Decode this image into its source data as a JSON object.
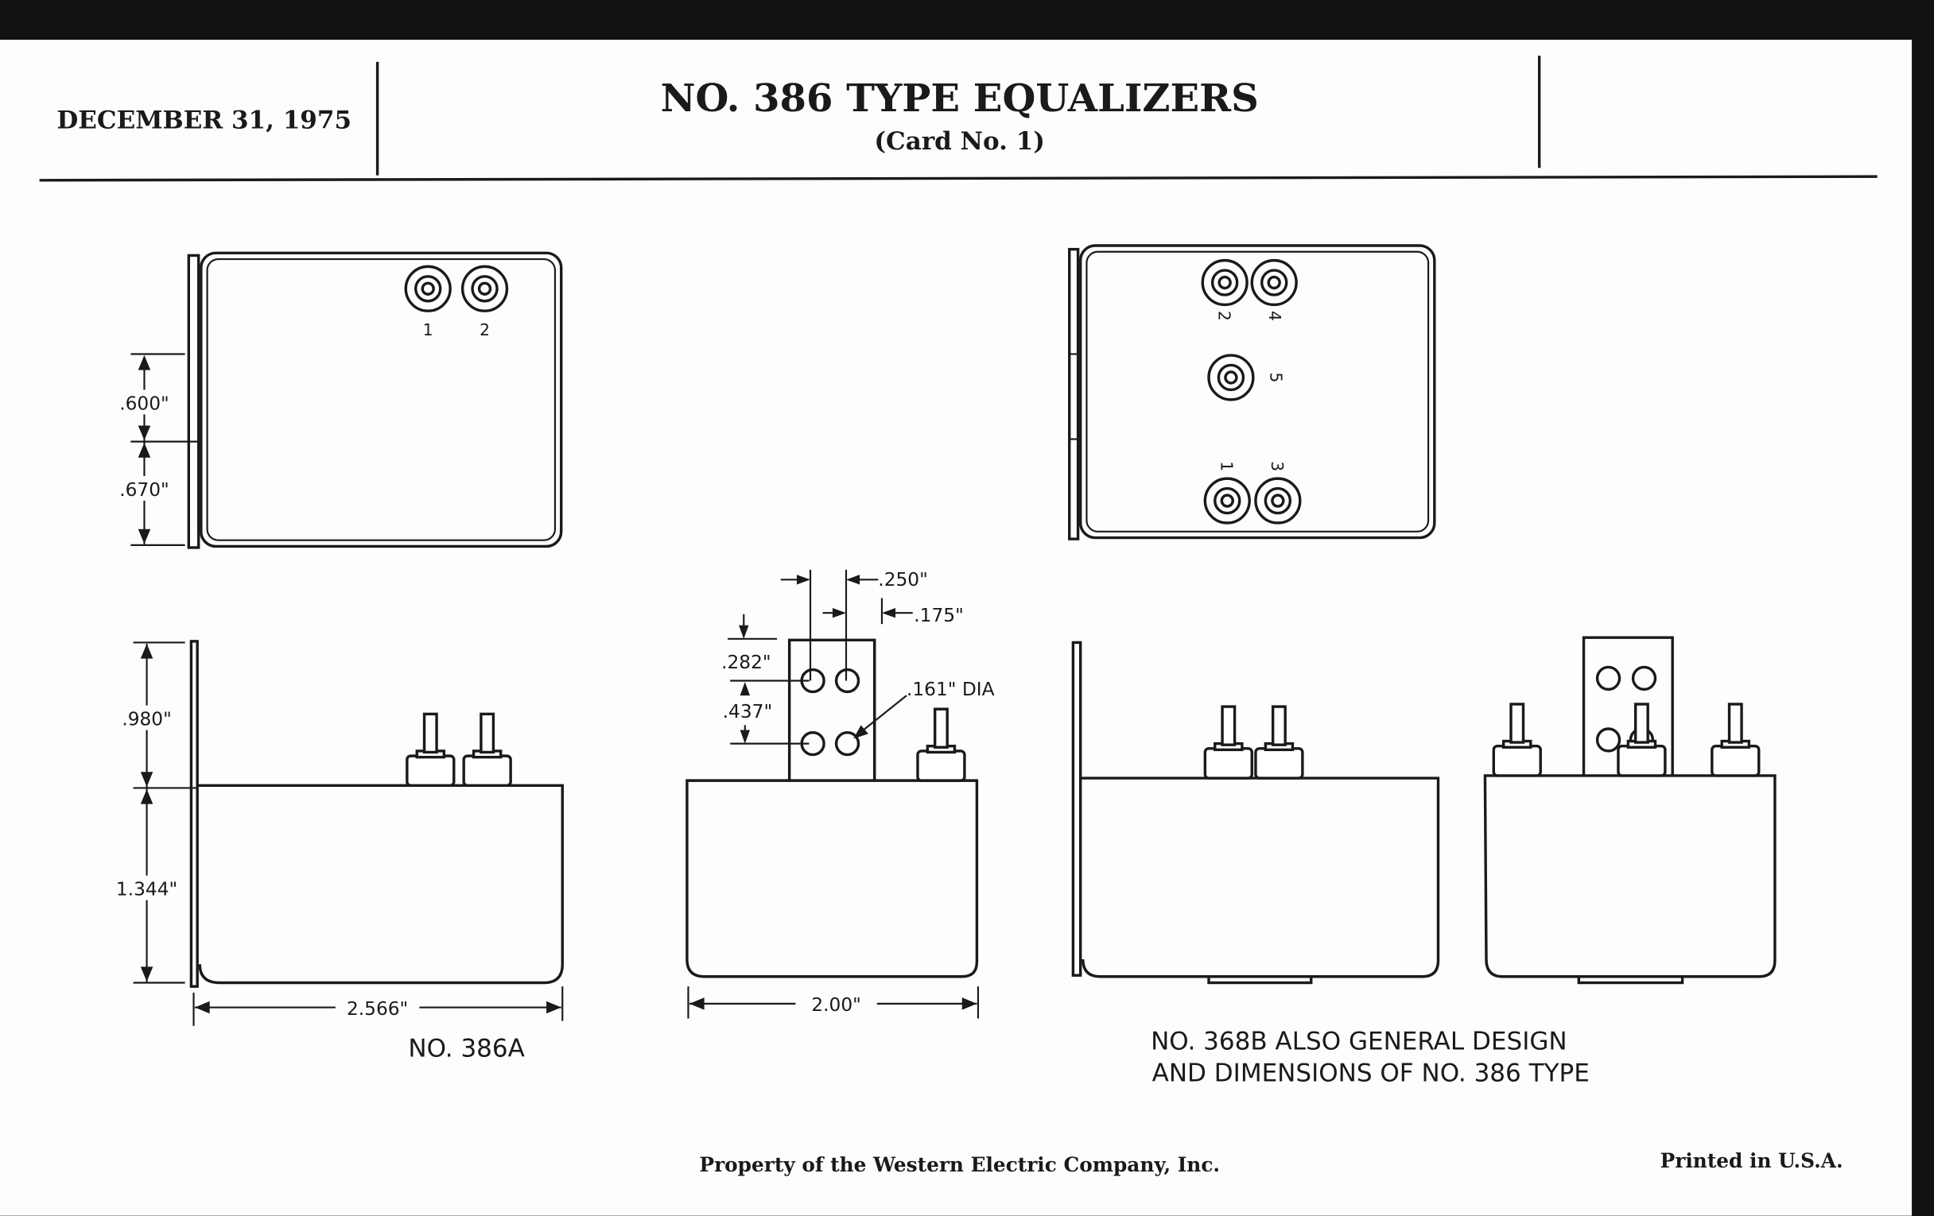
{
  "header": {
    "date": "DECEMBER 31, 1975",
    "title": "NO. 386 TYPE EQUALIZERS",
    "subtitle": "(Card No. 1)"
  },
  "left_view": {
    "jack_labels": [
      "1",
      "2"
    ],
    "dim_top_upper": ".600\"",
    "dim_top_lower": ".670\"",
    "dim_side_upper": ".980\"",
    "dim_side_lower": "1.344\"",
    "dim_width": "2.566\"",
    "caption": "NO. 386A"
  },
  "middle_view": {
    "dim_spacing": ".250\"",
    "dim_edge": ".175\"",
    "dim_top": ".282\"",
    "dim_vertical": ".437\"",
    "dim_hole": ".161\" DIA",
    "dim_width": "2.00\""
  },
  "right_view": {
    "jack_labels": [
      "2",
      "4",
      "5",
      "1",
      "3"
    ],
    "caption_line1": "NO. 368B ALSO GENERAL DESIGN",
    "caption_line2": "AND DIMENSIONS OF NO. 386 TYPE"
  },
  "footer": {
    "property": "Property of the Western Electric Company, Inc.",
    "printed": "Printed in U.S.A."
  }
}
